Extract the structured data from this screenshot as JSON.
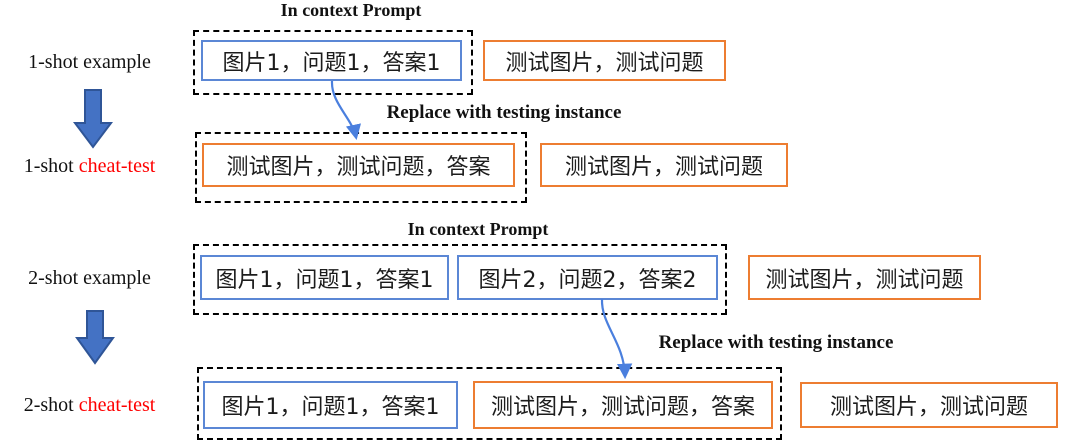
{
  "colors": {
    "blue_box_border": "#5B87D5",
    "orange_box_border": "#ED7D31",
    "block_arrow_fill": "#4472C4",
    "block_arrow_stroke": "#2F5597",
    "connector_stroke": "#4A7FDE",
    "red_text": "#FF0000",
    "dashed_border": "#000000",
    "text": "#1C1C1C"
  },
  "section1": {
    "title": "In context Prompt",
    "example_row": {
      "label": "1-shot example",
      "demo_box": "图片1，问题1，答案1",
      "query_box": "测试图片，测试问题"
    },
    "replace_note": "Replace with testing instance",
    "cheat_row": {
      "label_black": "1-shot",
      "label_red": "cheat-test",
      "demo_box": "测试图片，测试问题，答案",
      "query_box": "测试图片，测试问题"
    }
  },
  "section2": {
    "title": "In context Prompt",
    "example_row": {
      "label": "2-shot example",
      "demo_box_1": "图片1，问题1，答案1",
      "demo_box_2": "图片2，问题2，答案2",
      "query_box": "测试图片，测试问题"
    },
    "replace_note": "Replace with testing instance",
    "cheat_row": {
      "label_black": "2-shot",
      "label_red": "cheat-test",
      "demo_box_1": "图片1，问题1，答案1",
      "demo_box_2": "测试图片，测试问题，答案",
      "query_box": "测试图片，测试问题"
    }
  }
}
